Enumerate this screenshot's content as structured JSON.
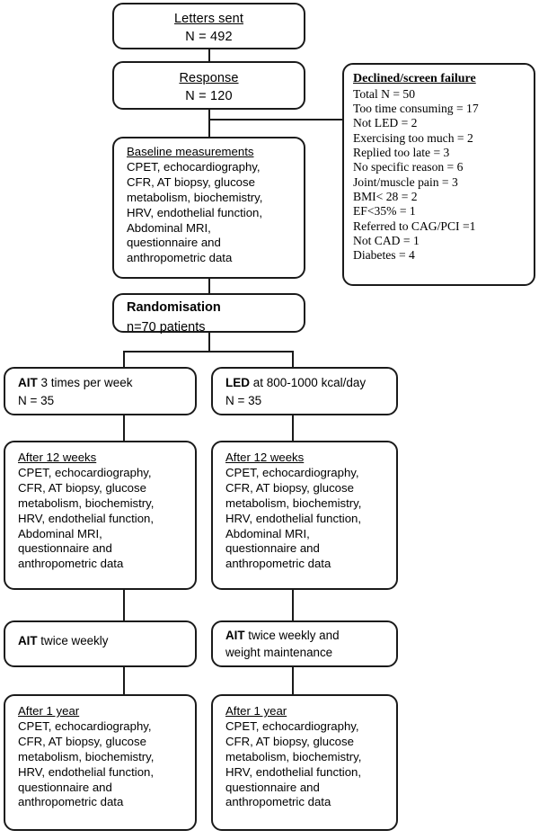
{
  "diagram": {
    "title": "Study flow diagram",
    "type": "flowchart",
    "colors": {
      "stroke": "#1a1a1a",
      "fill": "#ffffff",
      "text": "#000000"
    }
  },
  "nodes": {
    "letters_sent": {
      "header": "Letters sent",
      "value": "N = 492"
    },
    "response": {
      "header": "Response",
      "value": "N = 120"
    },
    "declined": {
      "title": "Declined/screen failure",
      "lines": [
        "Total N = 50",
        "Too time consuming = 17",
        "Not LED = 2",
        "Exercising too much = 2",
        "Replied too late = 3",
        "No specific reason  = 6",
        "Joint/muscle pain = 3",
        "BMI< 28 = 2",
        "EF<35% = 1",
        "Referred to CAG/PCI =1",
        "Not CAD = 1",
        "Diabetes = 4"
      ]
    },
    "baseline": {
      "title": " Baseline measurements",
      "lines": [
        "CPET, echocardiography,",
        "CFR, AT biopsy, glucose",
        "metabolism, biochemistry,",
        "HRV, endothelial function,",
        "Abdominal MRI,",
        "questionnaire and",
        "anthropometric data"
      ]
    },
    "randomisation": {
      "line1": "Randomisation",
      "line2": "n=70 patients"
    },
    "arm_left_header": {
      "bold": "AIT",
      "rest": " 3 times per week",
      "value": "N = 35"
    },
    "arm_right_header": {
      "bold": "LED",
      "rest": " at 800-1000 kcal/day",
      "value": "N = 35"
    },
    "left_12weeks": {
      "title": "After 12 weeks",
      "lines": [
        "CPET, echocardiography,",
        "CFR, AT biopsy, glucose",
        "metabolism, biochemistry,",
        "HRV, endothelial function,",
        "Abdominal MRI,",
        "questionnaire and",
        "anthropometric data"
      ]
    },
    "right_12weeks": {
      "title": "After 12 weeks",
      "lines": [
        "CPET, echocardiography,",
        "CFR, AT biopsy, glucose",
        "metabolism, biochemistry,",
        "HRV, endothelial function,",
        "Abdominal MRI,",
        "questionnaire and",
        "anthropometric data"
      ]
    },
    "left_maintenance": {
      "bold": "AIT",
      "rest": " twice weekly",
      "line2": ""
    },
    "right_maintenance": {
      "bold": "AIT",
      "rest": " twice weekly and",
      "line2": "weight maintenance"
    },
    "left_1year": {
      "title": "After 1 year",
      "lines": [
        "CPET, echocardiography,",
        "CFR, AT biopsy, glucose",
        "metabolism, biochemistry,",
        "HRV, endothelial function,",
        "questionnaire and",
        "anthropometric data"
      ]
    },
    "right_1year": {
      "title": "After 1 year",
      "lines": [
        "CPET, echocardiography,",
        "CFR, AT biopsy, glucose",
        "metabolism, biochemistry,",
        "HRV, endothelial function,",
        "questionnaire and",
        "anthropometric data"
      ]
    }
  }
}
